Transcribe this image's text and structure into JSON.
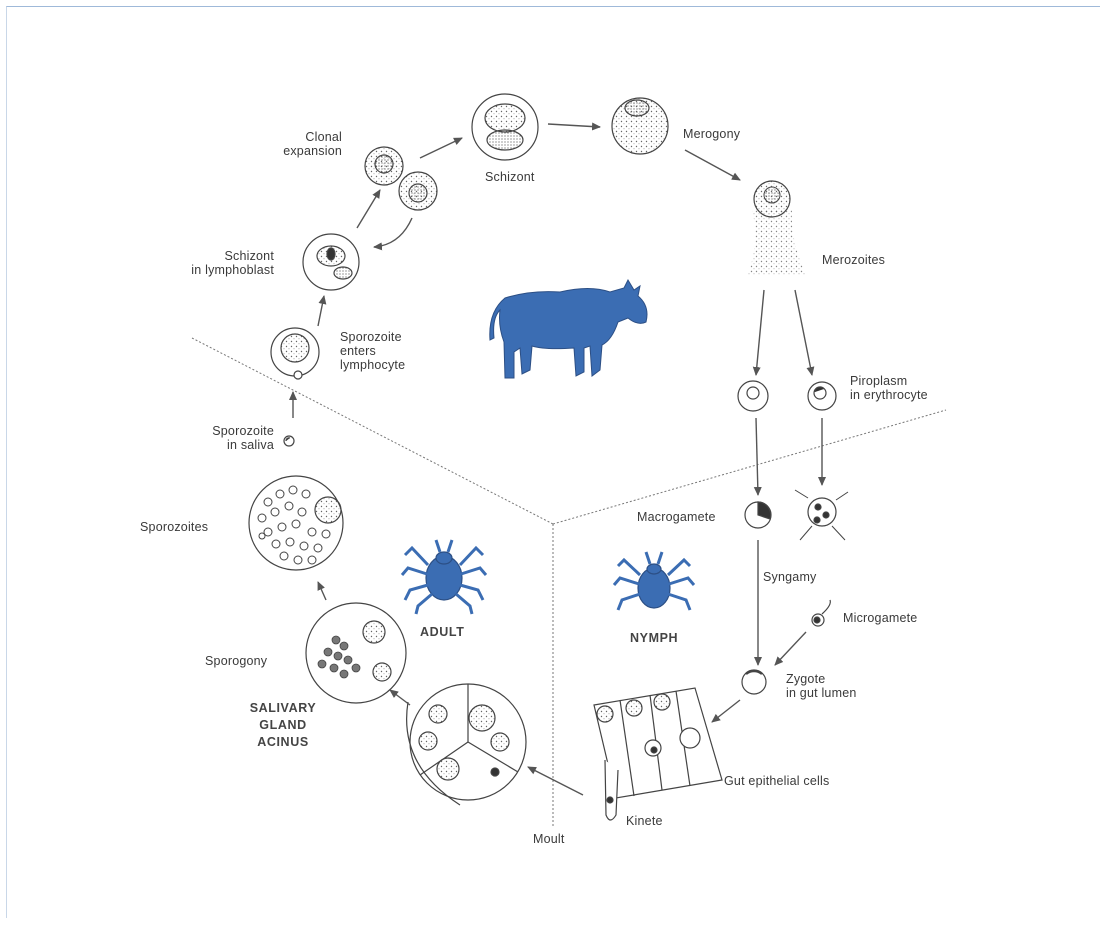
{
  "colors": {
    "accent": "#3b6db3",
    "ink": "#3a3a3a"
  },
  "labels": {
    "clonal_expansion": "Clonal\nexpansion",
    "schizont": "Schizont",
    "merogony": "Merogony",
    "merozoites": "Merozoites",
    "schizont_lymphoblast": "Schizont\nin lymphoblast",
    "sporozoite_enters": "Sporozoite\nenters\nlymphocyte",
    "piroplasm": "Piroplasm\nin erythrocyte",
    "sporozoite_saliva": "Sporozoite\nin saliva",
    "sporozoites": "Sporozoites",
    "macrogamete": "Macrogamete",
    "syngamy": "Syngamy",
    "microgamete": "Microgamete",
    "adult": "ADULT",
    "nymph": "NYMPH",
    "sporogony": "Sporogony",
    "zygote": "Zygote\nin gut lumen",
    "salivary_gland": "SALIVARY\nGLAND\nACINUS",
    "gut_epithelial": "Gut epithelial cells",
    "kinete": "Kinete",
    "moult": "Moult"
  },
  "icons": {
    "cow": "cow-icon",
    "adult_tick": "adult-tick-icon",
    "nymph_tick": "nymph-tick-icon"
  }
}
